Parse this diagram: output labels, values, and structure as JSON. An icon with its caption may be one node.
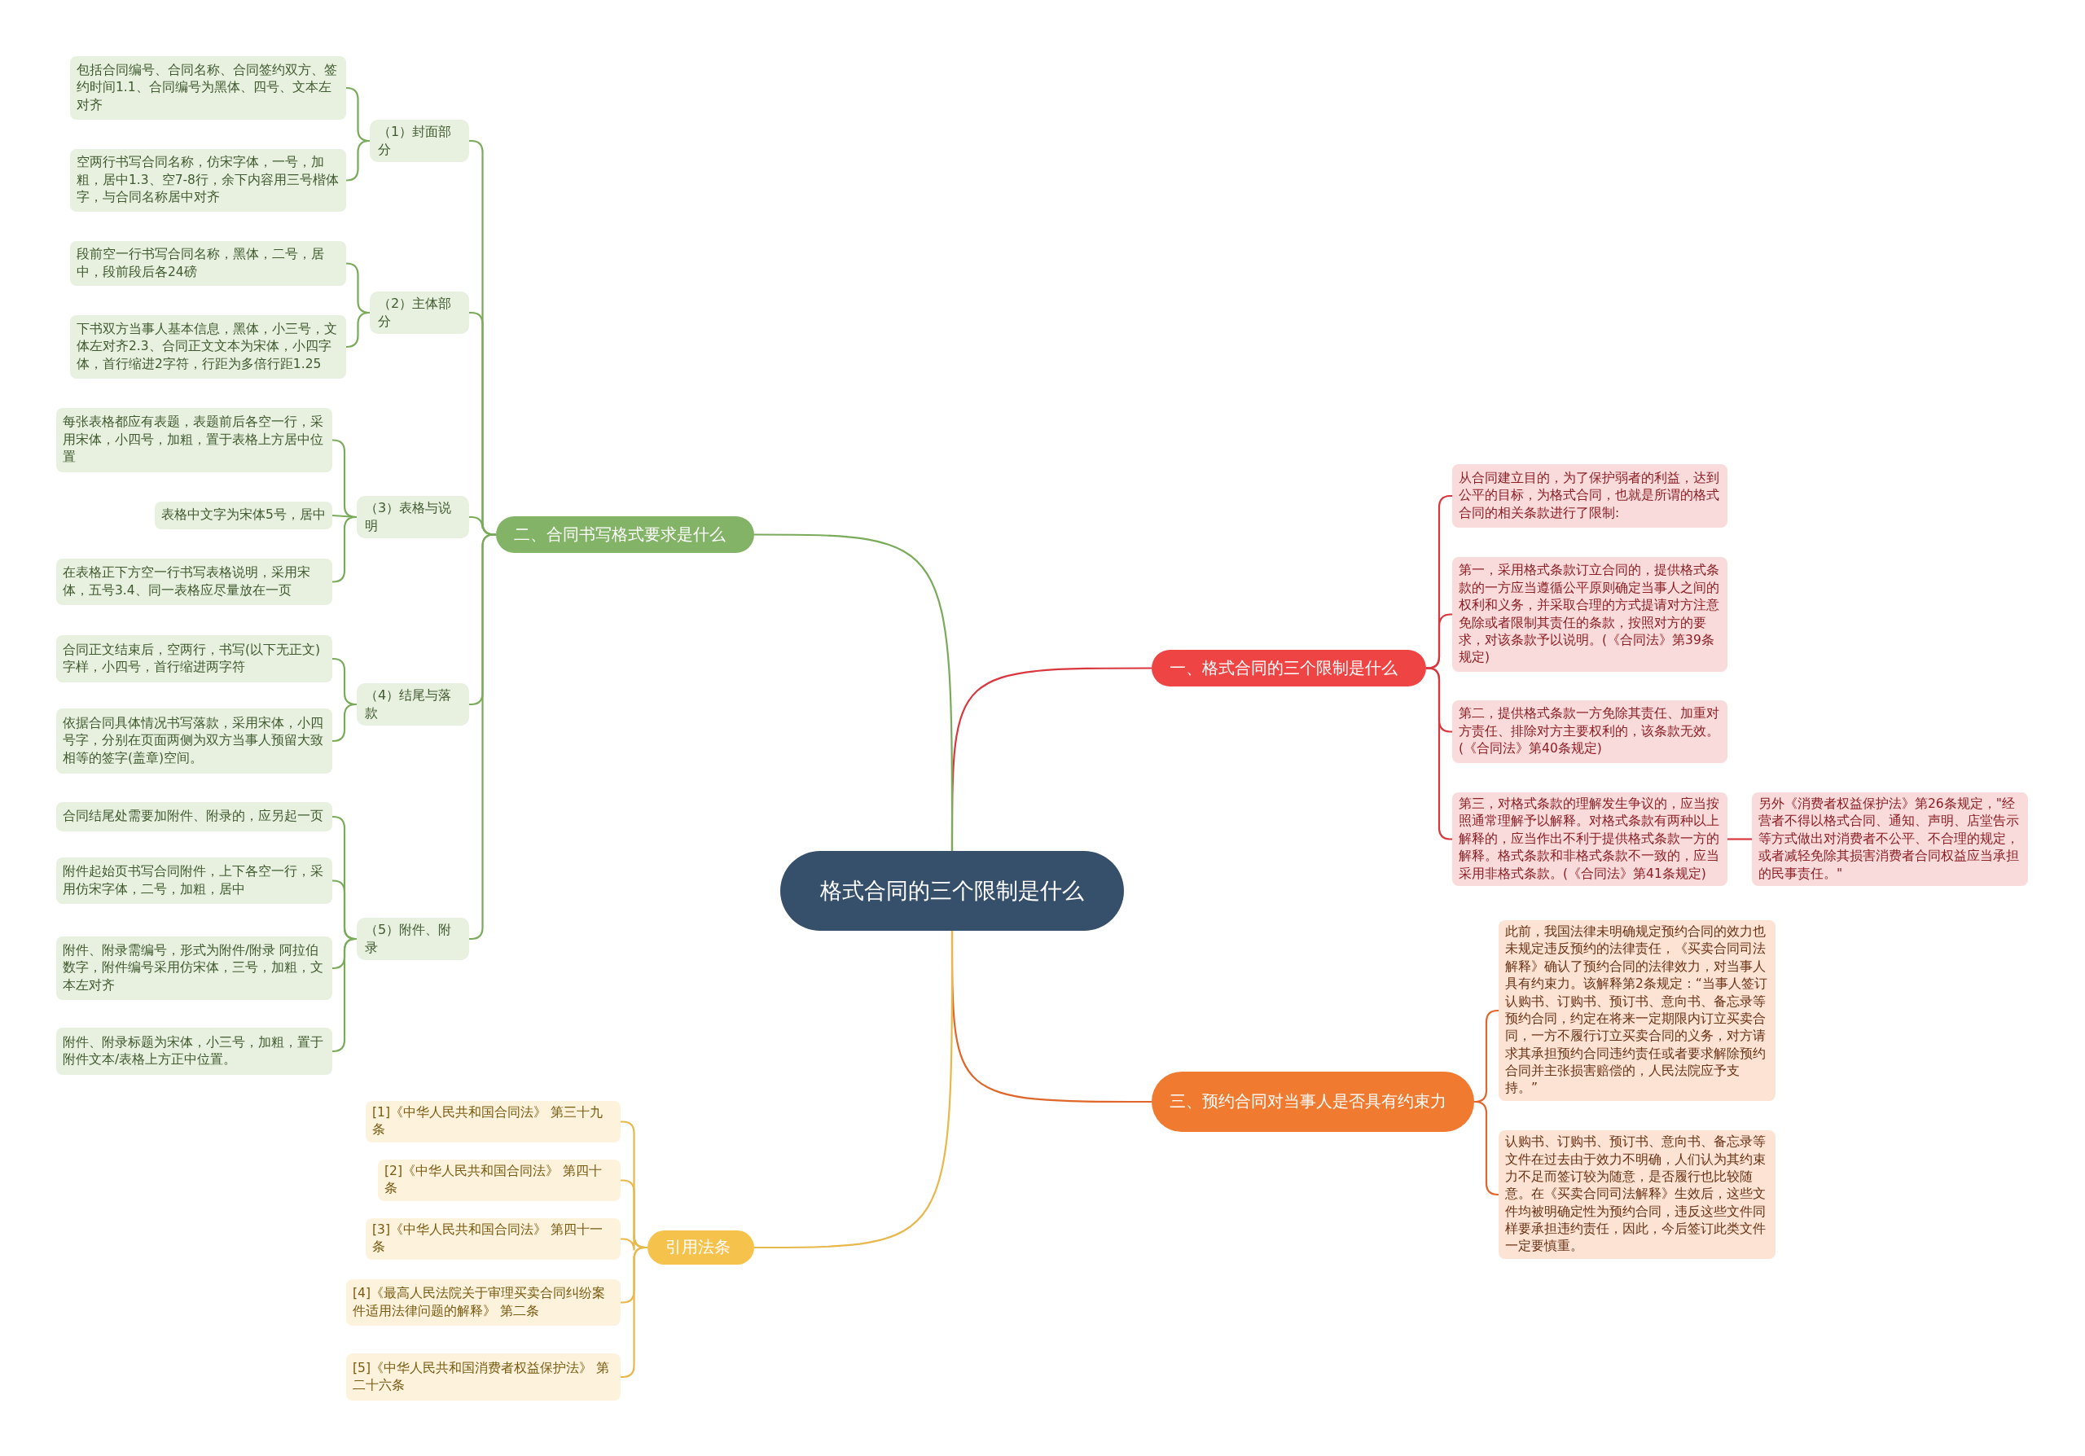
{
  "diagram": {
    "nodes": [
      {
        "text": [
          "格式合同的三个限制是什么"
        ]
      },
      {
        "text": [
          "一、格式合同的三个限制是什么"
        ]
      },
      {
        "text": [
          "从合同建立目的，为了保护弱者的利益，达到公平的目标，为格式合同，也就是所谓的格式合同的相关条款进行了限制:"
        ]
      },
      {
        "text": [
          "第一，采用格式条款订立合同的，提供格式条款的一方应当遵循公平原则确定当事人之间的权利和义务，并采取合理的方式提请对方注意免除或者限制其责任的条款，按照对方的要求，对该条款予以说明。(《合同法》第39条规定)"
        ]
      },
      {
        "text": [
          "第二，提供格式条款一方免除其责任、加重对方责任、排除对方主要权利的，该条款无效。(《合同法》第40条规定)"
        ]
      },
      {
        "text": [
          "第三，对格式条款的理解发生争议的，应当按照通常理解予以解释。对格式条款有两种以上解释的，应当作出不利于提供格式条款一方的解释。格式条款和非格式条款不一致的，应当采用非格式条款。(《合同法》第41条规定)"
        ]
      },
      {
        "text": [
          "另外《消费者权益保护法》第26条规定，\"经营者不得以格式合同、通知、声明、店堂告示等方式做出对消费者不公平、不合理的规定，或者减轻免除其损害消费者合同权益应当承担的民事责任。\""
        ]
      },
      {
        "text": [
          "三、预约合同对当事人是否具有约束力"
        ]
      },
      {
        "text": [
          "此前，我国法律未明确规定预约合同的效力也未规定违反预约的法律责任，《买卖合同司法解释》确认了预约合同的法律效力，对当事人具有约束力。该解释第2条规定：“当事人签订认购书、订购书、预订书、意向书、备忘录等预约合同，约定在将来一定期限内订立买卖合同，一方不履行订立买卖合同的义务，对方请求其承担预约合同违约责任或者要求解除预约合同并主张损害赔偿的，人民法院应予支持。”"
        ]
      },
      {
        "text": [
          "认购书、订购书、预订书、意向书、备忘录等文件在过去由于效力不明确，人们认为其约束力不足而签订较为随意，是否履行也比较随意。在《买卖合同司法解释》生效后，这些文件均被明确定性为预约合同，违反这些文件同样要承担违约责任，因此，今后签订此类文件一定要慎重。"
        ]
      },
      {
        "text": [
          "二、合同书写格式要求是什么"
        ]
      },
      {
        "text": [
          "（1）封面部分"
        ]
      },
      {
        "text": [
          "包括合同编号、合同名称、合同签约双方、签约时间1.1、合同编号为黑体、四号、文本左对齐"
        ]
      },
      {
        "text": [
          "空两行书写合同名称，仿宋字体，一号，加粗，居中1.3、空7-8行，余下内容用三号楷体字，与合同名称居中对齐"
        ]
      },
      {
        "text": [
          "（2）主体部分"
        ]
      },
      {
        "text": [
          "段前空一行书写合同名称，黑体，二号，居中，段前段后各24磅"
        ]
      },
      {
        "text": [
          "下书双方当事人基本信息，黑体，小三号，文体左对齐2.3、合同正文文本为宋体，小四字体，首行缩进2字符，行距为多倍行距1.25"
        ]
      },
      {
        "text": [
          "（3）表格与说明"
        ]
      },
      {
        "text": [
          "每张表格都应有表题，表题前后各空一行，采用宋体，小四号，加粗，置于表格上方居中位置"
        ]
      },
      {
        "text": [
          "表格中文字为宋体5号，居中"
        ]
      },
      {
        "text": [
          "在表格正下方空一行书写表格说明，采用宋体，五号3.4、同一表格应尽量放在一页"
        ]
      },
      {
        "text": [
          "（4）结尾与落款"
        ]
      },
      {
        "text": [
          "合同正文结束后，空两行，书写(以下无正文)字样，小四号，首行缩进两字符"
        ]
      },
      {
        "text": [
          "依据合同具体情况书写落款，采用宋体，小四号字，分别在页面两侧为双方当事人预留大致相等的签字(盖章)空间。"
        ]
      },
      {
        "text": [
          "（5）附件、附录"
        ]
      },
      {
        "text": [
          "合同结尾处需要加附件、附录的，应另起一页"
        ]
      },
      {
        "text": [
          "附件起始页书写合同附件，上下各空一行，采用仿宋字体，二号，加粗，居中"
        ]
      },
      {
        "text": [
          "附件、附录需编号，形式为附件/附录 阿拉伯数字，附件编号采用仿宋体，三号，加粗，文本左对齐"
        ]
      },
      {
        "text": [
          "附件、附录标题为宋体，小三号，加粗，置于附件文本/表格上方正中位置。"
        ]
      },
      {
        "text": [
          "引用法条"
        ]
      },
      {
        "text": [
          "[1]《中华人民共和国合同法》 第三十九条"
        ]
      },
      {
        "text": [
          "[2]《中华人民共和国合同法》 第四十条"
        ]
      },
      {
        "text": [
          "[3]《中华人民共和国合同法》 第四十一条"
        ]
      },
      {
        "text": [
          "[4]《最高人民法院关于审理买卖合同纠纷案件适用法律问题的解释》 第二条"
        ]
      },
      {
        "text": [
          "[5]《中华人民共和国消费者权益保护法》 第二十六条"
        ]
      }
    ],
    "edges": [
      {
        "from": 0,
        "to": 1,
        "arrow": "none",
        "color": "#d9363e"
      },
      {
        "from": 1,
        "to": 2,
        "arrow": "none",
        "color": "#d9363e"
      },
      {
        "from": 1,
        "to": 3,
        "arrow": "none",
        "color": "#d9363e"
      },
      {
        "from": 1,
        "to": 4,
        "arrow": "none",
        "color": "#d9363e"
      },
      {
        "from": 1,
        "to": 5,
        "arrow": "none",
        "color": "#d9363e"
      },
      {
        "from": 5,
        "to": 6,
        "arrow": "none",
        "color": "#d9363e"
      },
      {
        "from": 0,
        "to": 7,
        "arrow": "none",
        "color": "#e0662a"
      },
      {
        "from": 7,
        "to": 8,
        "arrow": "none",
        "color": "#e0662a"
      },
      {
        "from": 7,
        "to": 9,
        "arrow": "none",
        "color": "#e0662a"
      },
      {
        "from": 0,
        "to": 10,
        "arrow": "none"
      },
      {
        "from": 10,
        "to": 11,
        "arrow": "none"
      },
      {
        "from": 11,
        "to": 12,
        "arrow": "none"
      },
      {
        "from": 11,
        "to": 13,
        "arrow": "none"
      },
      {
        "from": 10,
        "to": 14,
        "arrow": "none"
      },
      {
        "from": 14,
        "to": 15,
        "arrow": "none"
      },
      {
        "from": 14,
        "to": 16,
        "arrow": "none"
      },
      {
        "from": 10,
        "to": 17,
        "arrow": "none"
      },
      {
        "from": 17,
        "to": 18,
        "arrow": "none"
      },
      {
        "from": 17,
        "to": 19,
        "arrow": "none"
      },
      {
        "from": 17,
        "to": 20,
        "arrow": "none"
      },
      {
        "from": 10,
        "to": 21,
        "arrow": "none"
      },
      {
        "from": 21,
        "to": 22,
        "arrow": "none"
      },
      {
        "from": 21,
        "to": 23,
        "arrow": "none"
      },
      {
        "from": 10,
        "to": 24,
        "arrow": "none"
      },
      {
        "from": 24,
        "to": 25,
        "arrow": "none"
      },
      {
        "from": 24,
        "to": 26,
        "arrow": "none"
      },
      {
        "from": 24,
        "to": 27,
        "arrow": "none"
      },
      {
        "from": 24,
        "to": 28,
        "arrow": "none"
      },
      {
        "from": 0,
        "to": 29,
        "arrow": "none",
        "color": "#e8b84a"
      },
      {
        "from": 29,
        "to": 30,
        "arrow": "none",
        "color": "#e8b84a"
      },
      {
        "from": 29,
        "to": 31,
        "arrow": "none",
        "color": "#e8b84a"
      },
      {
        "from": 29,
        "to": 32,
        "arrow": "none",
        "color": "#e8b84a"
      },
      {
        "from": 29,
        "to": 33,
        "arrow": "none",
        "color": "#e8b84a"
      },
      {
        "from": 29,
        "to": 34,
        "arrow": "none",
        "color": "#e8b84a"
      }
    ]
  }
}
